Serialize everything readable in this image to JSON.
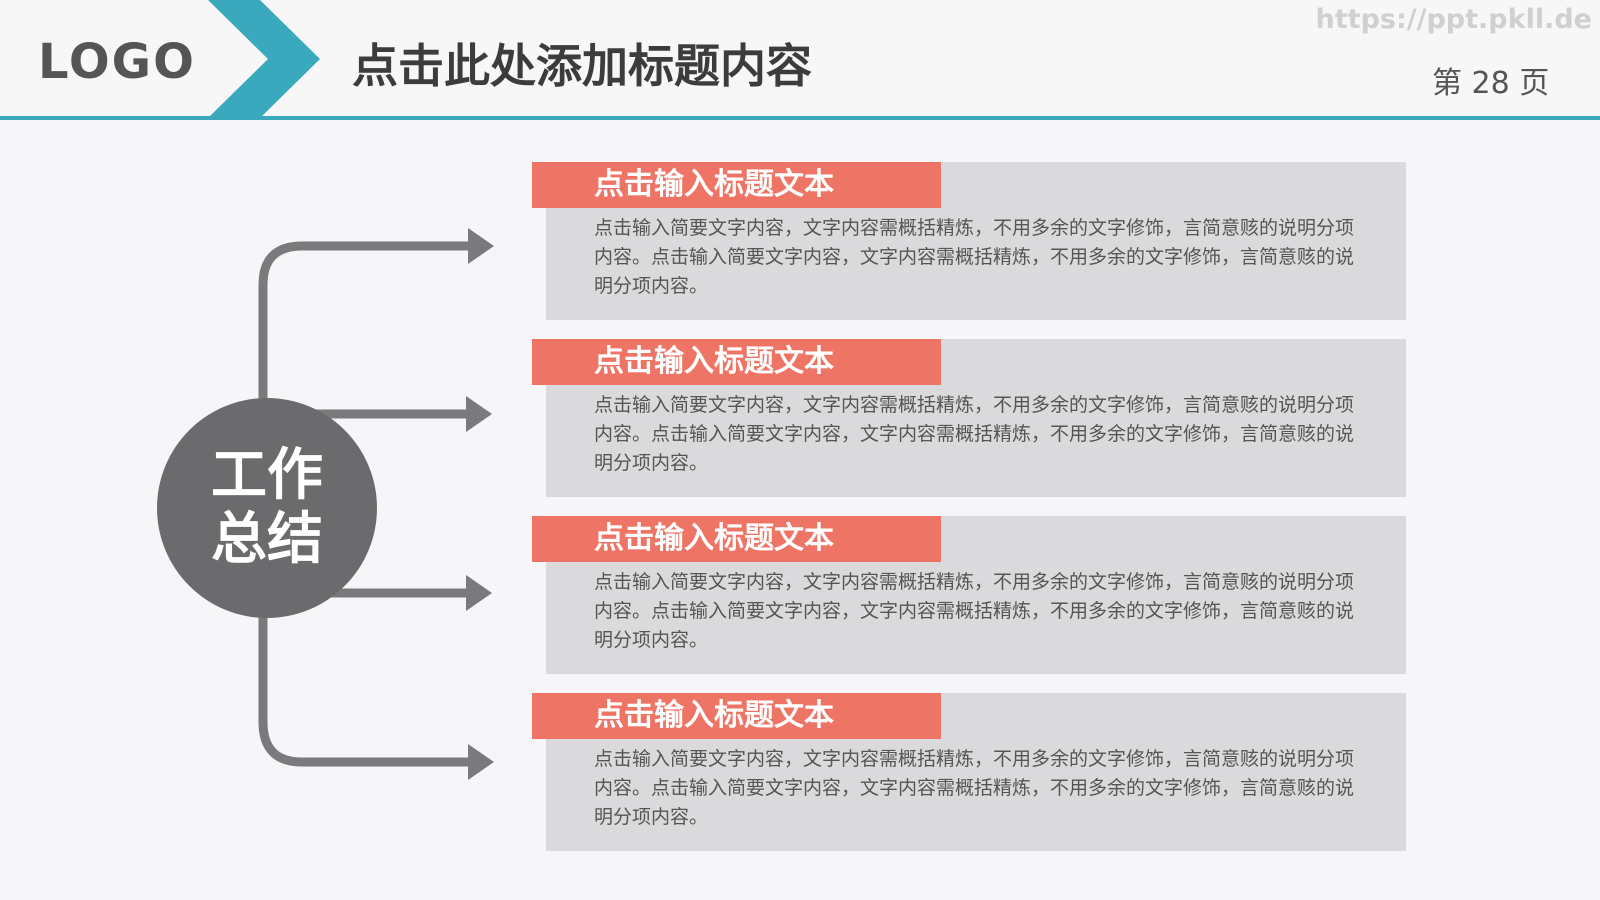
{
  "header": {
    "logo": "LOGO",
    "title": "点击此处添加标题内容",
    "watermark": "https://ppt.pkll.de",
    "page_number": "第 28 页"
  },
  "hub": {
    "label": "工作总结"
  },
  "items": [
    {
      "title": "点击输入标题文本",
      "text": "点击输入简要文字内容，文字内容需概括精炼，不用多余的文字修饰，言简意赅的说明分项内容。点击输入简要文字内容，文字内容需概括精炼，不用多余的文字修饰，言简意赅的说明分项内容。"
    },
    {
      "title": "点击输入标题文本",
      "text": "点击输入简要文字内容，文字内容需概括精炼，不用多余的文字修饰，言简意赅的说明分项内容。点击输入简要文字内容，文字内容需概括精炼，不用多余的文字修饰，言简意赅的说明分项内容。"
    },
    {
      "title": "点击输入标题文本",
      "text": "点击输入简要文字内容，文字内容需概括精炼，不用多余的文字修饰，言简意赅的说明分项内容。点击输入简要文字内容，文字内容需概括精炼，不用多余的文字修饰，言简意赅的说明分项内容。"
    },
    {
      "title": "点击输入标题文本",
      "text": "点击输入简要文字内容，文字内容需概括精炼，不用多余的文字修饰，言简意赅的说明分项内容。点击输入简要文字内容，文字内容需概括精炼，不用多余的文字修饰，言简意赅的说明分项内容。"
    }
  ],
  "colors": {
    "accent_teal": "#3aa9bd",
    "tag_coral": "#ee7565",
    "card_gray": "#dadadc",
    "hub_gray": "#6b6b6d",
    "connector_gray": "#7a7a7c"
  }
}
